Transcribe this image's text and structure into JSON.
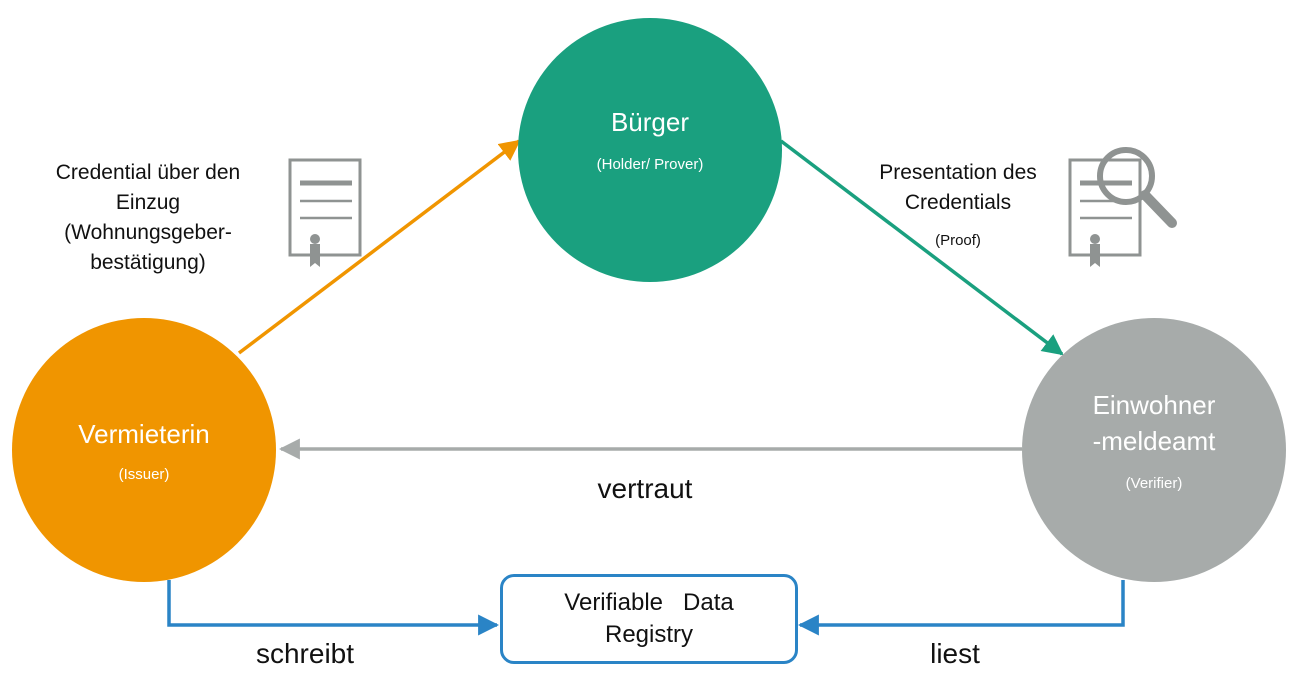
{
  "roles": {
    "issuer": {
      "title": "Vermieterin",
      "role": "(Issuer)"
    },
    "holder": {
      "title": "Bürger",
      "role": "(Holder/ Prover)"
    },
    "verifier": {
      "title": "Einwohner\n-meldeamt",
      "role": "(Verifier)"
    }
  },
  "labels": {
    "credential": "Credential über den\nEinzug\n(Wohnungsgeber-\nbestätigung)",
    "presentation": "Presentation des\nCredentials",
    "proof": "(Proof)",
    "trust": "vertraut",
    "write": "schreibt",
    "read": "liest"
  },
  "registry": {
    "label": "Verifiable   Data\nRegistry"
  },
  "icons": {
    "credential": "certificate-icon",
    "verification": "certificate-search-icon"
  },
  "colors": {
    "issuer": "#f09500",
    "holder": "#1aa07f",
    "verifier": "#a7abaa",
    "issuance_arrow": "#f09500",
    "presentation_arrow": "#1aa07f",
    "trust_arrow": "#a7abaa",
    "registry_arrow": "#2a84c6",
    "icon": "#8f9392"
  }
}
